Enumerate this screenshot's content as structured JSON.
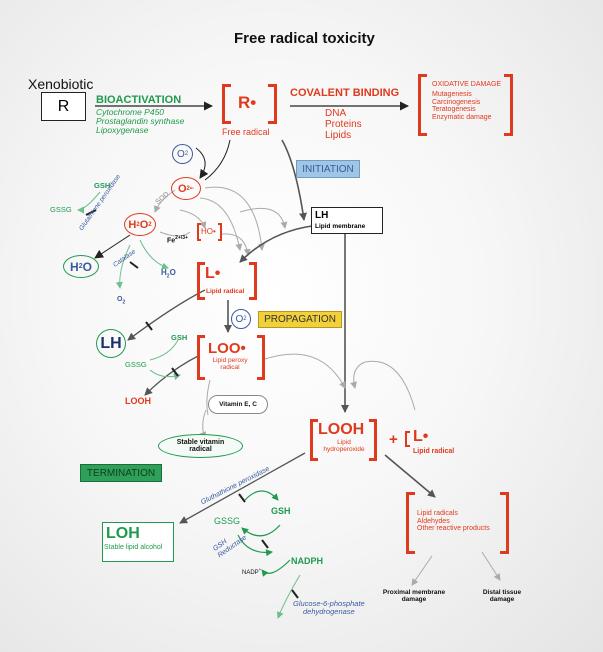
{
  "title": "Free radical toxicity",
  "xenobiotic": {
    "label": "Xenobiotic",
    "r": "R"
  },
  "bioactivation": {
    "label": "BIOACTIVATION",
    "enzymes": [
      "Cytochrome P450",
      "Prostaglandin synthase",
      "Lipoxygenase"
    ]
  },
  "free_radical": {
    "symbol": "R•",
    "label": "Free radical"
  },
  "covalent_binding": {
    "label": "COVALENT BINDING",
    "targets": [
      "DNA",
      "Proteins",
      "Lipids"
    ]
  },
  "oxidative_damage": {
    "title": "OXIDATIVE DAMAGE",
    "items": [
      "Mutagenesis",
      "Carcinogenesis",
      "Teratogenesis",
      "Enzymatic damage"
    ]
  },
  "initiation": "INITIATION",
  "lipid_membrane": {
    "lh": "LH",
    "label": "Lipid membrane"
  },
  "oxygen": {
    "o": "O",
    "sub": "2"
  },
  "superoxide": {
    "o": "O",
    "sub": "2",
    "sup": "•-"
  },
  "sod": "SOD",
  "h2o2": {
    "h": "H",
    "sub1": "2",
    "o": "O",
    "sub2": "2"
  },
  "fe": {
    "text": "Fe",
    "sup": "2+/3+"
  },
  "hydroxyl": "HO•",
  "gsh_left": "GSH",
  "gssg_left": "GSSG",
  "glutathione_peroxidase_left": "Glutathione peroxidase",
  "catalase": "Catalase",
  "water_circle": {
    "h": "H",
    "sub": "2",
    "o": "O"
  },
  "water_right": {
    "h": "H",
    "sub": "2",
    "o": "O"
  },
  "o2_small": {
    "o": "O",
    "sub": "2"
  },
  "lipid_radical": {
    "symbol": "L•",
    "label": "Lipid radical"
  },
  "o2_propagation": {
    "o": "O",
    "sub": "2"
  },
  "propagation": "PROPAGATION",
  "lh_circle": "LH",
  "gsh_mid": "GSH",
  "gssg_mid": "GSSG",
  "looh_small": "LOOH",
  "loo": {
    "symbol": "LOO•",
    "label_line1": "Lipid peroxy",
    "label_line2": "radical"
  },
  "vitamin": "Vitamin E, C",
  "stable_vitamin": {
    "line1": "Stable vitamin",
    "line2": "radical"
  },
  "looh_big": {
    "symbol": "LOOH",
    "label_line1": "Lipid",
    "label_line2": "hydroperoxide"
  },
  "plus": "+",
  "l_radical_right": {
    "symbol": "L•",
    "label": "Lipid radical"
  },
  "termination": "TERMINATION",
  "loh": {
    "symbol": "LOH",
    "label": "Stable lipid alcohol"
  },
  "glutathione_peroxidase_bottom": "Gluthathione peroxidase",
  "gssg_bottom": "GSSG",
  "gsh_bottom": "GSH",
  "gsh_reductase": {
    "line1": "GSH",
    "line2": "Reductase"
  },
  "nadp": {
    "text": "NADP",
    "sup": "+"
  },
  "nadph": "NADPH",
  "g6pd": {
    "line1": "Glucose-6-phosphate",
    "line2": "dehydrogenase"
  },
  "products": {
    "items": [
      "Lipid radicals",
      "Aldehydes",
      "Other reactive products"
    ]
  },
  "proximal_damage": {
    "line1": "Proximal membrane",
    "line2": "damage"
  },
  "distal_damage": {
    "line1": "Distal tissue",
    "line2": "damage"
  },
  "colors": {
    "red": "#e03a1e",
    "green": "#1f9a4e",
    "blue": "#3a5aa0",
    "gray": "#8a8a8a",
    "initiation_fill": "#9fc6e4",
    "propagation_fill": "#f2d03a",
    "termination_fill": "#2fa05a"
  }
}
